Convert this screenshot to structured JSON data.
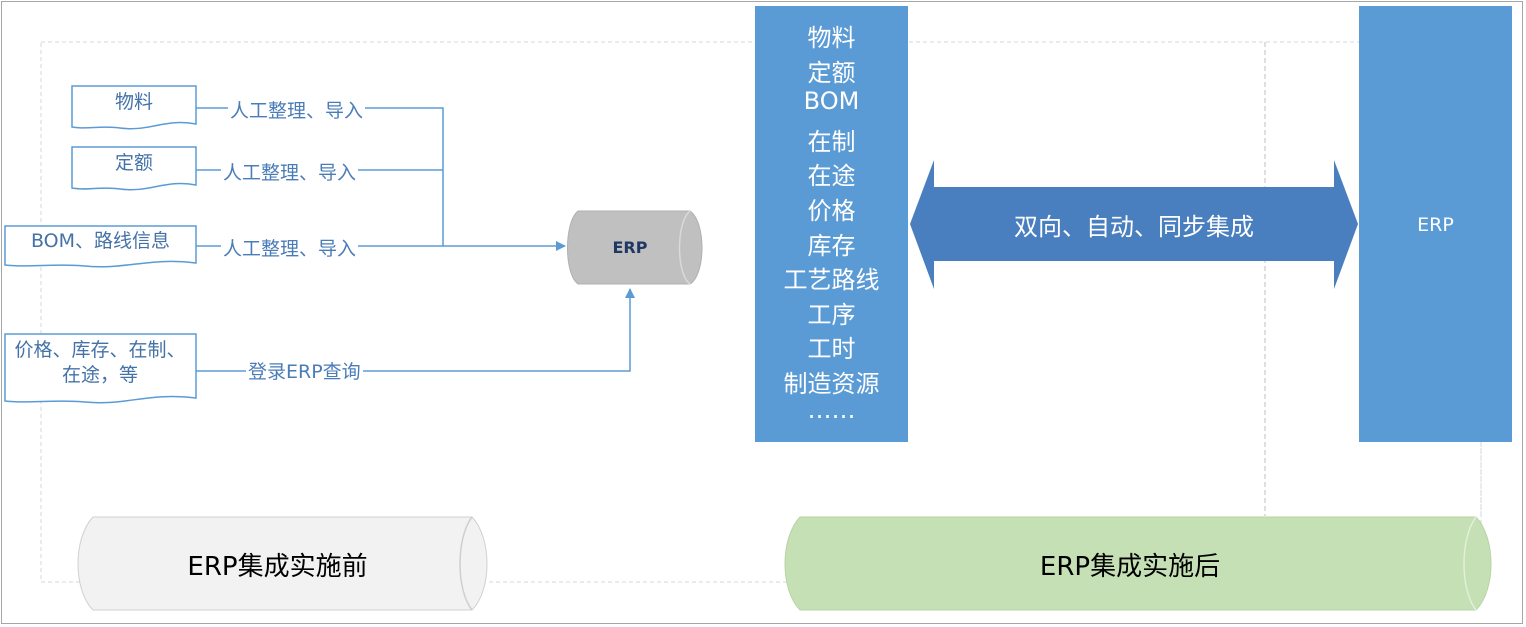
{
  "before": {
    "docs": [
      {
        "label": "物料"
      },
      {
        "label": "定额"
      },
      {
        "label": "BOM、路线信息"
      },
      {
        "label": "价格、库存、在制、在途，等"
      }
    ],
    "edge_labels": [
      "人工整理、导入",
      "人工整理、导入",
      "人工整理、导入",
      "登录ERP查询"
    ],
    "erp_label": "ERP",
    "stage_label": "ERP集成实施前"
  },
  "after": {
    "items": [
      "物料",
      "定额",
      "BOM",
      "在制",
      "在途",
      "价格",
      "库存",
      "工艺路线",
      "工序",
      "工时",
      "制造资源",
      "……"
    ],
    "arrow_label": "双向、自动、同步集成",
    "erp_label": "ERP",
    "stage_label": "ERP集成实施后"
  },
  "colors": {
    "block_blue": "#5b9bd5",
    "arrow_blue": "#4a7fbf",
    "line_blue": "#5b9bd5",
    "cylinder_gray": "#c0c0c0",
    "stage_gray": "#f2f2f2",
    "stage_green": "#c5e0b4"
  }
}
